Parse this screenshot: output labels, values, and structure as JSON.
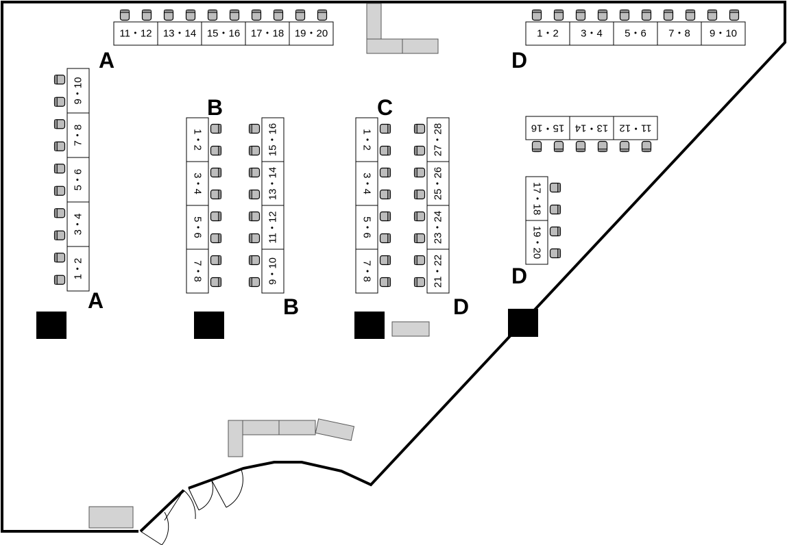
{
  "zones": {
    "a_top": "A",
    "a_left": "A",
    "b_upper": "B",
    "b_lower": "B",
    "c": "C",
    "d_top": "D",
    "d_right": "D",
    "d_low": "D"
  },
  "tables": {
    "a_top": [
      "11・12",
      "13・14",
      "15・16",
      "17・18",
      "19・20"
    ],
    "a_left": [
      "9・10",
      "7・8",
      "5・6",
      "3・4",
      "1・2"
    ],
    "b_left": [
      "1・2",
      "3・4",
      "5・6",
      "7・8"
    ],
    "b_right": [
      "15・16",
      "13・14",
      "11・12",
      "9・10"
    ],
    "c_left": [
      "1・2",
      "3・4",
      "5・6",
      "7・8"
    ],
    "c_right": [
      "27・28",
      "25・26",
      "23・24",
      "21・22"
    ],
    "d_top": [
      "1・2",
      "3・4",
      "5・6",
      "7・8",
      "9・10"
    ],
    "d_mid": [
      "15・16",
      "13・14",
      "11・12"
    ],
    "d_vert": [
      "17・18",
      "19・20"
    ]
  }
}
